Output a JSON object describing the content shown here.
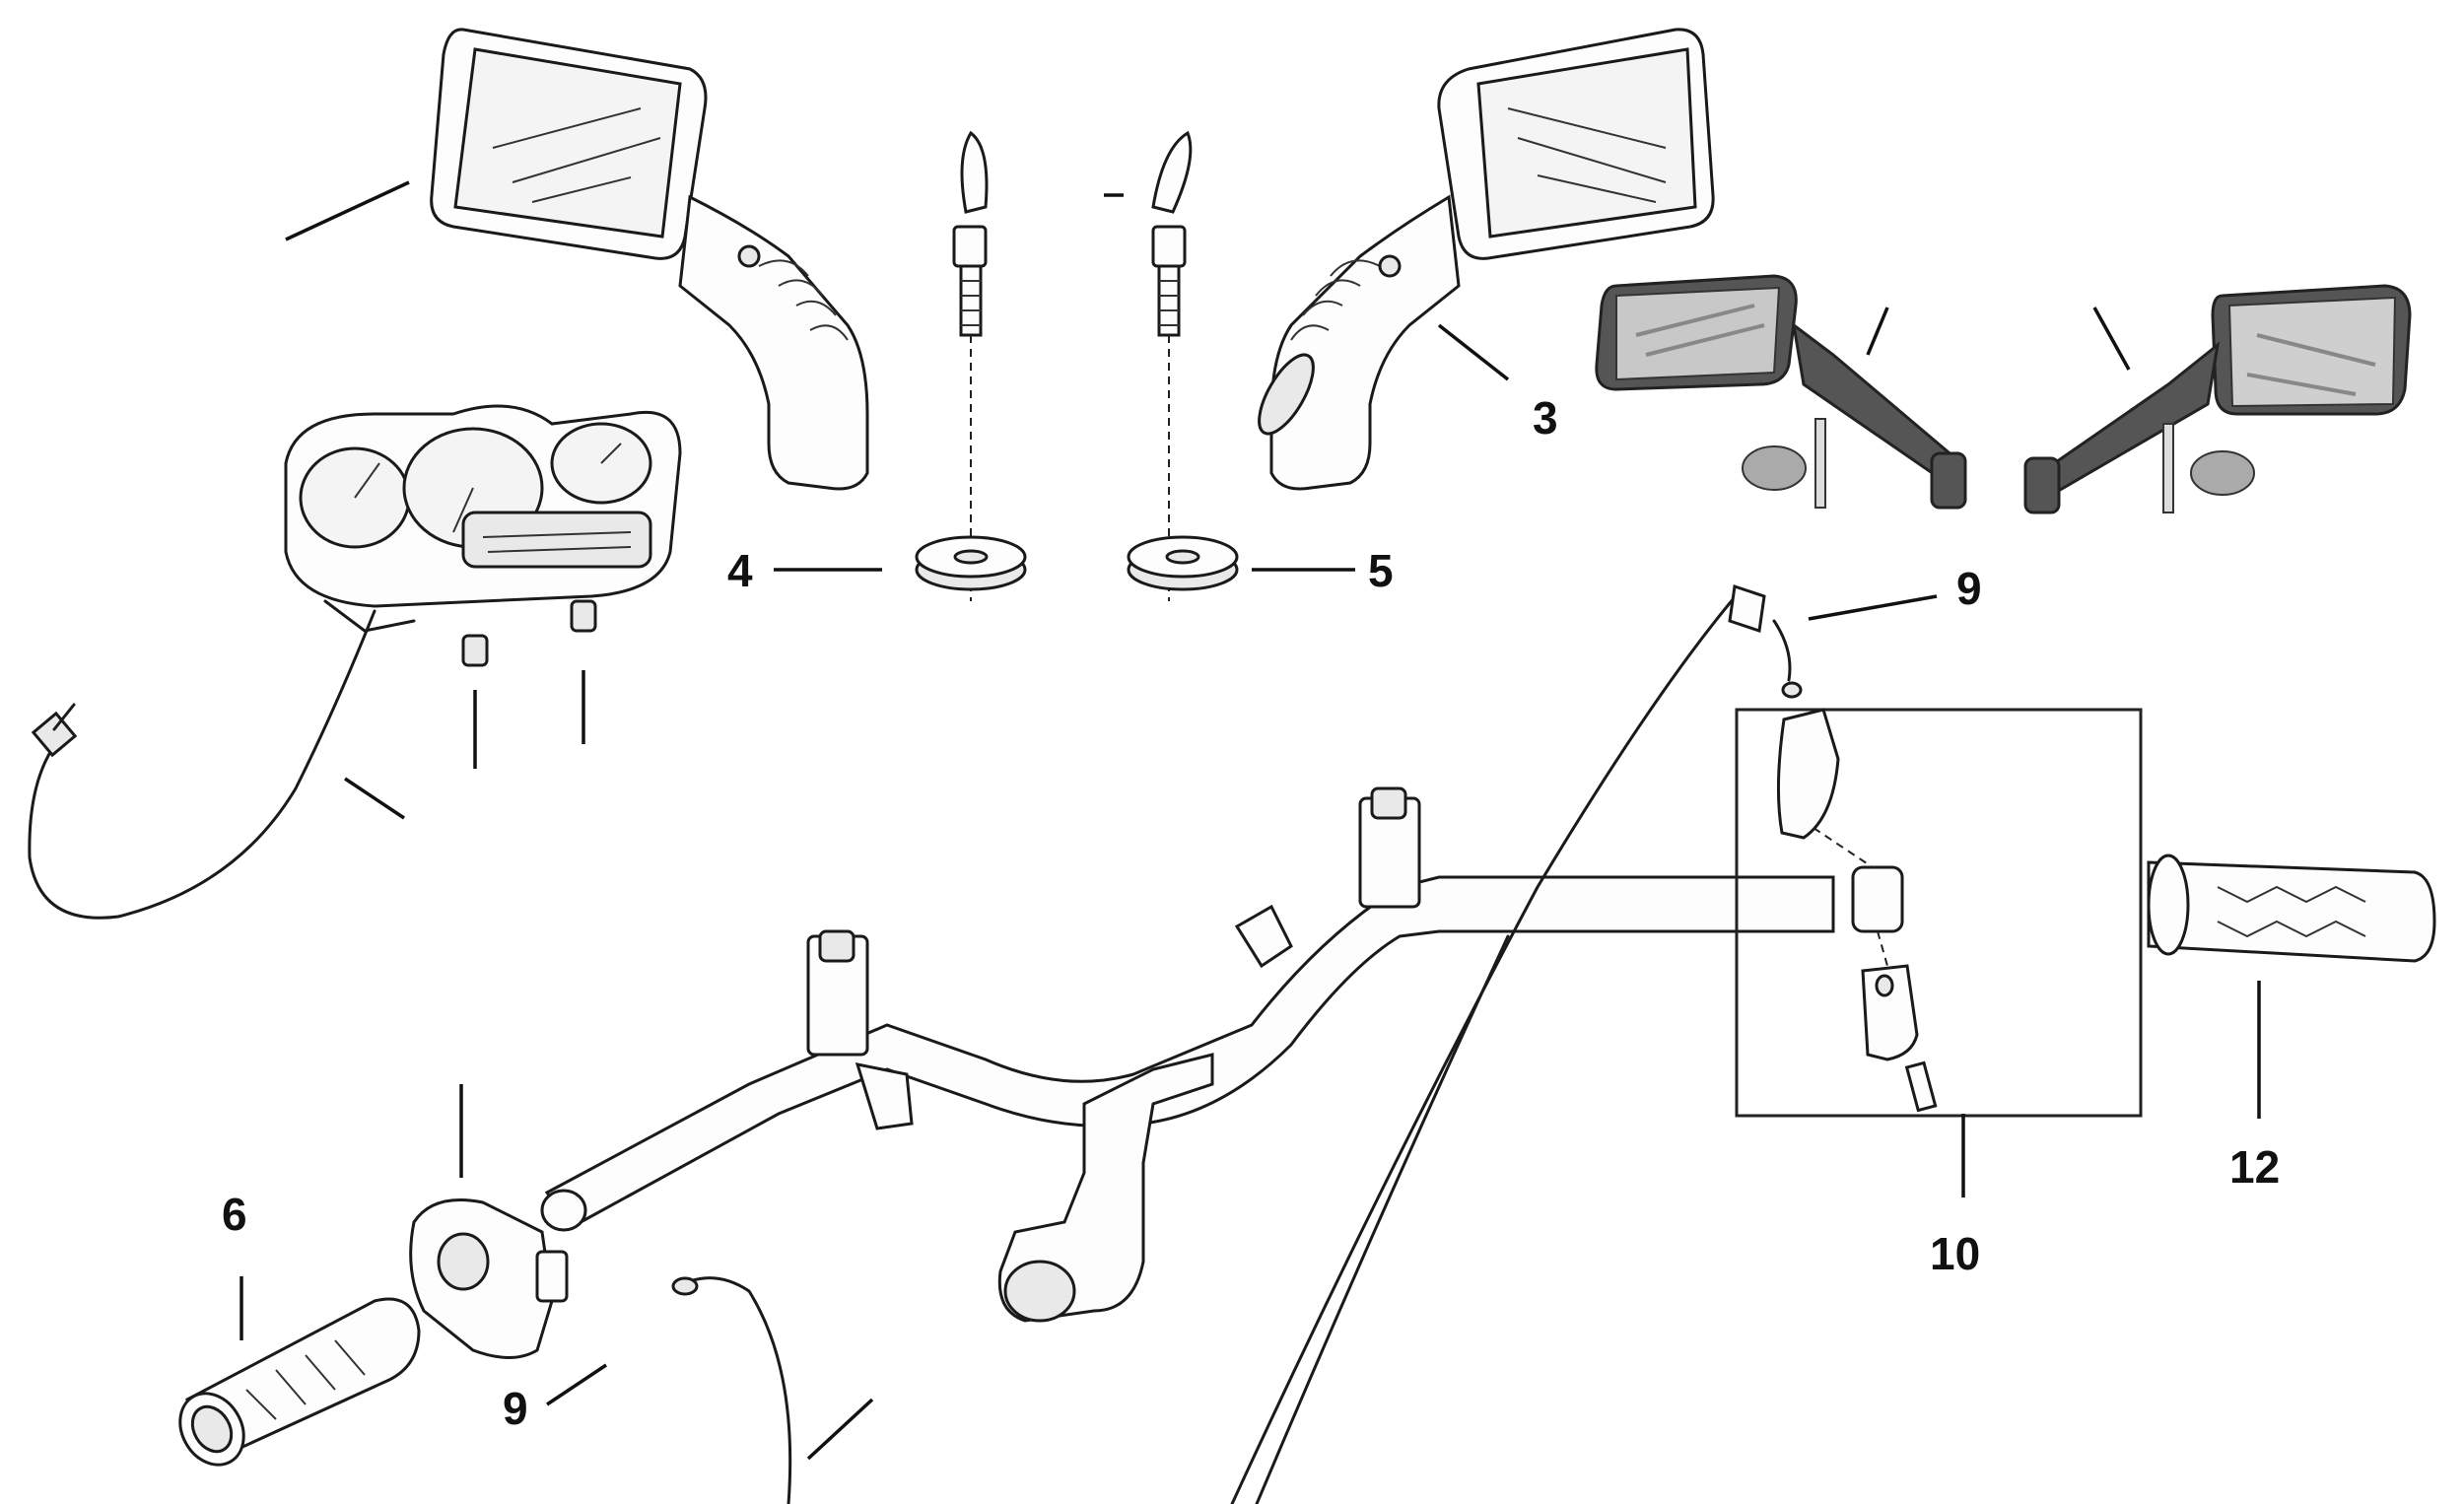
{
  "diagram": {
    "callouts": [
      {
        "id": "c3",
        "label": "3"
      },
      {
        "id": "c4",
        "label": "4"
      },
      {
        "id": "c5",
        "label": "5"
      },
      {
        "id": "c6",
        "label": "6"
      },
      {
        "id": "c9a",
        "label": "9"
      },
      {
        "id": "c9b",
        "label": "9"
      },
      {
        "id": "c10",
        "label": "10"
      },
      {
        "id": "c12",
        "label": "12"
      }
    ],
    "icons": [
      "mirror-left-icon",
      "mirror-right-icon",
      "mirror-photo-left-icon",
      "mirror-photo-right-icon",
      "instrument-cluster-icon",
      "speedometer-cable-icon",
      "handlebar-icon",
      "throttle-housing-icon",
      "left-grip-icon",
      "right-grip-icon",
      "brake-lever-clamp-icon",
      "throttle-cable-icon",
      "mirror-bolt-icon",
      "washer-icon"
    ]
  }
}
